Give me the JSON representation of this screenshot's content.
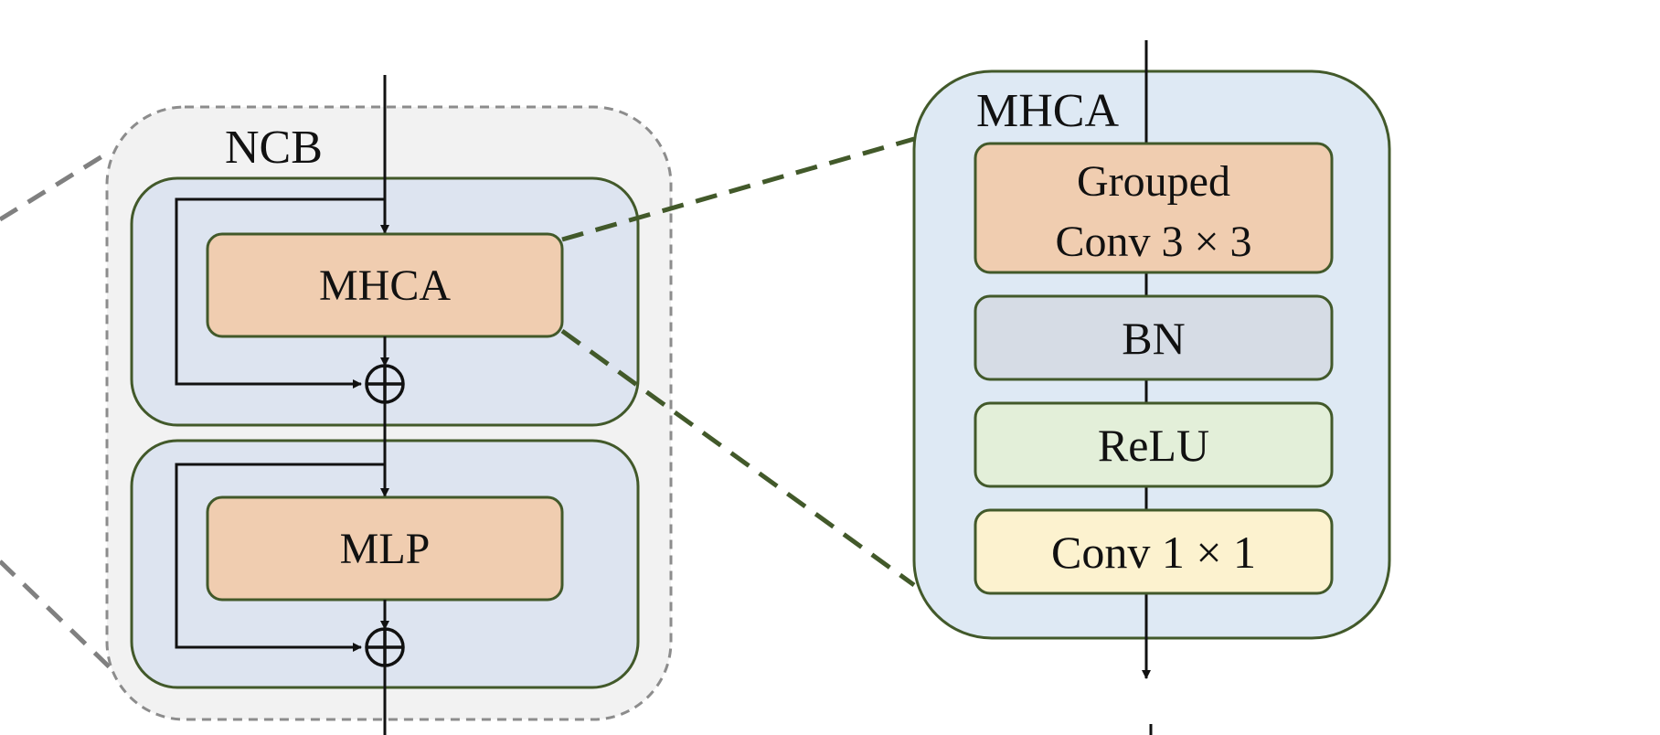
{
  "ncb": {
    "title": "NCB",
    "mhca_label": "MHCA",
    "mlp_label": "MLP"
  },
  "mhca_detail": {
    "title": "MHCA",
    "grouped_conv_line1": "Grouped",
    "grouped_conv_line2": "Conv 3 × 3",
    "bn_label": "BN",
    "relu_label": "ReLU",
    "conv1x1_label": "Conv 1 × 1"
  },
  "colors": {
    "dashed_gray": "#808080",
    "container_fill": "#f2f2f2",
    "block_fill": "#dde4f0",
    "block_stroke": "#42592a",
    "orange_fill": "#f0cdb0",
    "bn_fill": "#d6dce5",
    "relu_fill": "#e3efd9",
    "conv1_fill": "#fcf2cf",
    "detail_fill": "#dee9f4"
  }
}
